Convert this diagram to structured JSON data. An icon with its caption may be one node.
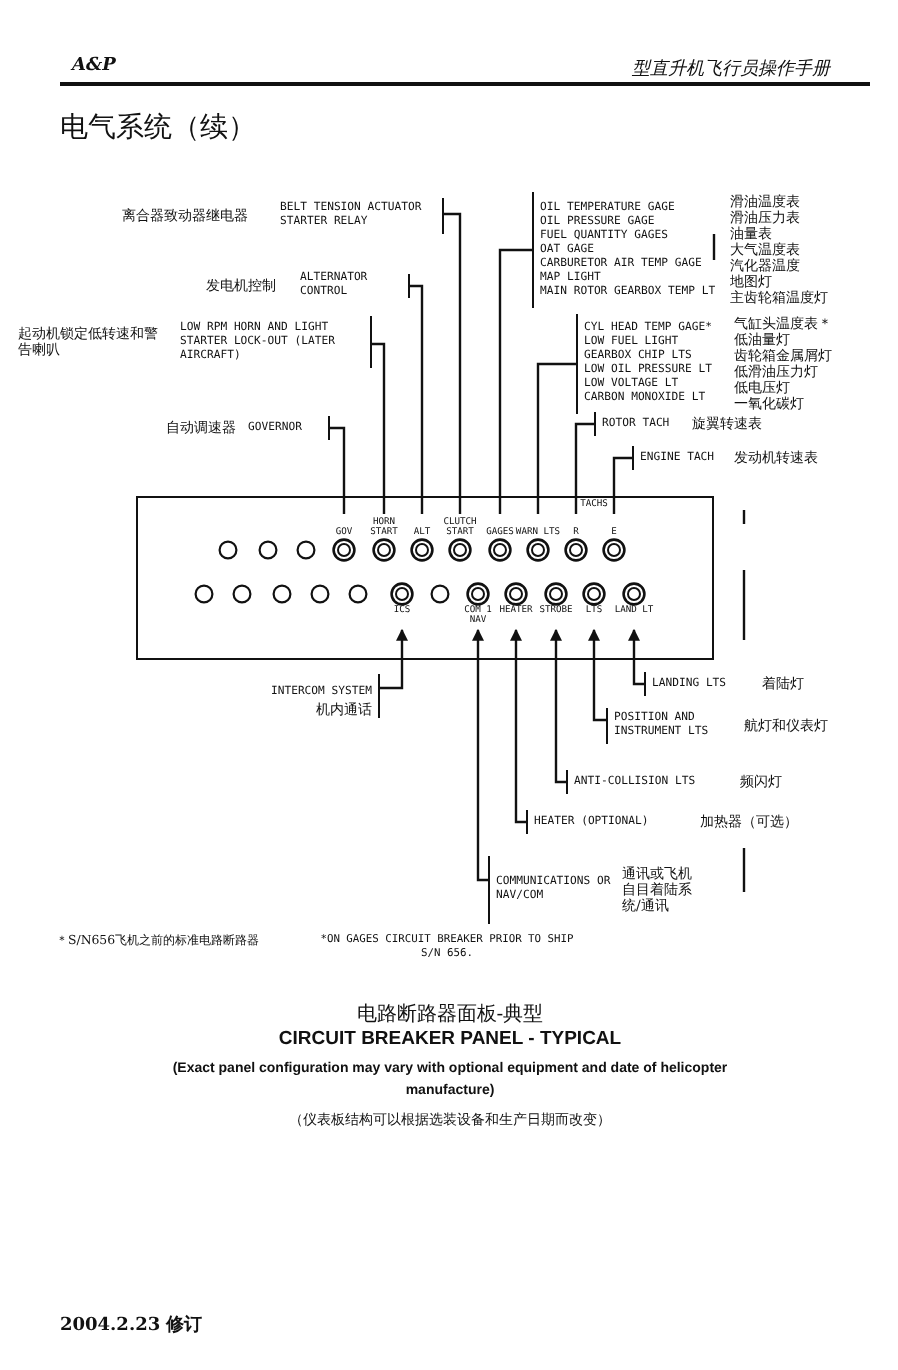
{
  "diagram": {
    "title": "电气系统（续）",
    "nodes": [
      {
        "text": [
          "离合器致动器继电器",
          "BELT TENSION ACTUATOR STARTER RELAY"
        ]
      },
      {
        "text": [
          "OIL TEMPERATURE GAGE",
          "OIL PRESSURE GAGE",
          "FUEL QUANTITY GAGES",
          "OAT GAGE",
          "CARBURETOR AIR TEMP GAGE",
          "MAP LIGHT",
          "MAIN ROTOR GEARBOX TEMP LT",
          "滑油温度表",
          "滑油压力表",
          "油量表",
          "大气温度表",
          "汽化器温度",
          "地图灯",
          "主齿轮箱温度灯"
        ]
      },
      {
        "text": [
          "发电机控制",
          "ALTERNATOR CONTROL"
        ]
      },
      {
        "text": [
          "CYL HEAD TEMP GAGE*",
          "LOW FUEL LIGHT",
          "GEARBOX CHIP LTS",
          "LOW OIL PRESSURE LT",
          "LOW VOLTAGE LT",
          "CARBON MONOXIDE LT",
          "气缸头温度表＊",
          "低油量灯",
          "齿轮箱金属屑灯",
          "低滑油压力灯",
          "低电压灯",
          "一氧化碳灯"
        ]
      },
      {
        "text": [
          "起动机锁定低转速和警告喇叭",
          "LOW RPM HORN AND LIGHT STARTER LOCK-OUT (LATER AIRCRAFT)"
        ]
      },
      {
        "text": [
          "自动调速器",
          "GOVERNOR"
        ]
      },
      {
        "text": [
          "ROTOR TACH",
          "旋翼转速表"
        ]
      },
      {
        "text": [
          "ENGINE TACH",
          "发动机转速表"
        ]
      },
      {
        "text": [],
        "shape": "box"
      },
      {
        "text": [
          "GOV"
        ],
        "in": 8
      },
      {
        "text": [
          "HORN START"
        ],
        "in": 8
      },
      {
        "text": [
          "ALT"
        ],
        "in": 8
      },
      {
        "text": [
          "CLUTCH START"
        ],
        "in": 8
      },
      {
        "text": [
          "GAGES"
        ],
        "in": 8
      },
      {
        "text": [
          "WARN LTS"
        ],
        "in": 8
      },
      {
        "text": [
          "R"
        ],
        "in": 8
      },
      {
        "text": [
          "E"
        ],
        "in": 8
      },
      {
        "text": [
          "ICS"
        ],
        "in": 8
      },
      {
        "text": [
          "COM 1 NAV"
        ],
        "in": 8
      },
      {
        "text": [
          "HEATER"
        ],
        "in": 8
      },
      {
        "text": [
          "STROBE"
        ],
        "in": 8
      },
      {
        "text": [
          "LTS"
        ],
        "in": 8
      },
      {
        "text": [
          "LAND LT"
        ],
        "in": 8
      },
      {
        "text": [
          "INTERCOM SYSTEM",
          "机内通话"
        ]
      },
      {
        "text": [
          "LANDING LTS",
          "着陆灯"
        ]
      },
      {
        "text": [
          "POSITION AND INSTRUMENT LTS",
          "航灯和仪表灯"
        ]
      },
      {
        "text": [
          "ANTI-COLLISION LTS",
          "频闪灯"
        ]
      },
      {
        "text": [
          "HEATER (OPTIONAL)",
          "加热器（可选）"
        ]
      },
      {
        "text": [
          "COMMUNICATIONS OR NAV/COM",
          "通讯或飞机自目着陆系统/通讯"
        ]
      }
    ],
    "edges": [
      {
        "from": 0,
        "to": 12,
        "arrow": "none"
      },
      {
        "from": 1,
        "to": 13,
        "arrow": "none"
      },
      {
        "from": 2,
        "to": 11,
        "arrow": "none"
      },
      {
        "from": 3,
        "to": 14,
        "arrow": "none"
      },
      {
        "from": 4,
        "to": 10,
        "arrow": "none"
      },
      {
        "from": 5,
        "to": 9,
        "arrow": "none"
      },
      {
        "from": 6,
        "to": 15,
        "arrow": "none"
      },
      {
        "from": 7,
        "to": 16,
        "arrow": "none"
      },
      {
        "from": 23,
        "to": 17,
        "arrow": "to"
      },
      {
        "from": 24,
        "to": 22,
        "arrow": "to"
      },
      {
        "from": 25,
        "to": 21,
        "arrow": "to"
      },
      {
        "from": 26,
        "to": 20,
        "arrow": "to"
      },
      {
        "from": 27,
        "to": 19,
        "arrow": "to"
      },
      {
        "from": 28,
        "to": 18,
        "arrow": "to"
      }
    ],
    "labels": [
      "A&P",
      "型直升机飞行员操作手册",
      "TACHS",
      "＊S/N656飞机之前的标准电路断路器",
      "*ON GAGES CIRCUIT BREAKER PRIOR TO SHIP S/N 656.",
      "电路断路器面板-典型",
      "CIRCUIT BREAKER PANEL - TYPICAL",
      "(Exact panel configuration may vary with optional equipment and date of helicopter manufacture)",
      "（仪表板结构可以根据选装设备和生产日期而改变）",
      "2004.2.23 修订"
    ]
  }
}
